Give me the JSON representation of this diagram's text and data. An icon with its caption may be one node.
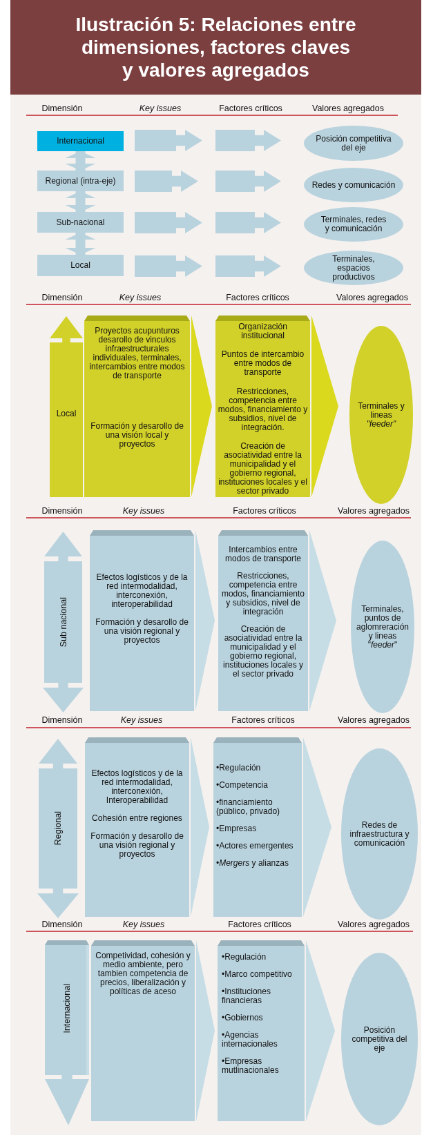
{
  "diagram": {
    "title": "Ilustración 5: Relaciones entre dimensiones, factores claves y valores agregados",
    "nodes": [
      {
        "text": [
          "Internacional"
        ]
      },
      {
        "text": [],
        "shape": "arrow"
      },
      {
        "text": [],
        "shape": "arrow"
      },
      {
        "text": [
          "Posición competitiva del eje"
        ]
      },
      {
        "text": [
          "Regional (intra-eje)"
        ]
      },
      {
        "text": [],
        "shape": "arrow"
      },
      {
        "text": [],
        "shape": "arrow"
      },
      {
        "text": [
          "Redes y comunicación"
        ]
      },
      {
        "text": [
          "Sub-nacional"
        ]
      },
      {
        "text": [],
        "shape": "arrow"
      },
      {
        "text": [],
        "shape": "arrow"
      },
      {
        "text": [
          "Terminales, redes y comunicación"
        ]
      },
      {
        "text": [
          "Local"
        ]
      },
      {
        "text": [],
        "shape": "arrow"
      },
      {
        "text": [],
        "shape": "arrow"
      },
      {
        "text": [
          "Terminales, espacios productivos"
        ]
      },
      {
        "text": [
          "Local"
        ]
      },
      {
        "text": [
          "Proyectos acupunturos desarollo de vinculos infraestructurales individuales, terminales, intercambios entre modos de transporte",
          "Formación y desarollo de una visión local y proyectos"
        ]
      },
      {
        "text": [
          "Organización institucional",
          "Puntos de intercambio entre modos de transporte",
          "Restricciones, competencia entre modos, financiamiento y subsidios, nivel de integración.",
          "Creación de asociatividad entre la municipalidad y el gobierno regional, instituciones locales y el sector privado"
        ]
      },
      {
        "text": [
          "Terminales y lineas *\"feeder\"*"
        ]
      },
      {
        "text": [
          "Sub nacional"
        ]
      },
      {
        "text": [
          "Efectos logísticos y de la red intermodalidad, interconexión, interoperabilidad",
          "Formación y desarollo de una visión regional y proyectos"
        ]
      },
      {
        "text": [
          "Intercambios entre modos de transporte",
          "Restricciones, competencia entre modos, financiamiento y subsidios, nivel de integración",
          "Creación de asociatividad entre la municipalidad y el gobierno regional, instituciones locales y el sector privado"
        ]
      },
      {
        "text": [
          "Terminales, puntos de aglomreración y lineas \"*feeder*\""
        ]
      },
      {
        "text": [
          "Regional"
        ]
      },
      {
        "text": [
          "Efectos logísticos y de la red intermodalidad, interconexión, Interoperabilidad",
          "Cohesión entre regiones",
          "Formación y desarollo de una visión regional y proyectos"
        ]
      },
      {
        "text": [
          "•Regulación",
          "•Competencia",
          "•financiamiento (público, privado)",
          "•Empresas",
          "•Actores emergentes",
          "•*Mergers* y alianzas"
        ]
      },
      {
        "text": [
          "Redes de infraestructura y comunicación"
        ]
      },
      {
        "text": [
          "Internacional"
        ]
      },
      {
        "text": [
          "Competividad, cohesión y medio ambiente, pero tambien competencia de precios, liberalización y políticas de aceso"
        ]
      },
      {
        "text": [
          "•Regulación",
          "•Marco competitivo",
          "•Instituciones financieras",
          "•Gobiernos",
          "•Agencias internacionales",
          "•Empresas mutlinacionales"
        ]
      },
      {
        "text": [
          "Posición competitiva del eje"
        ]
      }
    ],
    "edges": [
      {
        "from": 0,
        "to": 4,
        "arrow": "both"
      },
      {
        "from": 4,
        "to": 8,
        "arrow": "both"
      },
      {
        "from": 8,
        "to": 12,
        "arrow": "both"
      }
    ],
    "labels": [
      "Dimensión",
      "Key issues",
      "Factores críticos",
      "Valores agregados",
      "Dimensión",
      "Key issues",
      "Factores críticos",
      "Valores agregados",
      "Dimensión",
      "Key issues",
      "Factores críticos",
      "Valores agregados",
      "Dimensión",
      "Key issues",
      "Factores críticos",
      "Valores agregados",
      "Dimensión",
      "Key issues",
      "Factores críticos",
      "Valores agregados"
    ]
  }
}
